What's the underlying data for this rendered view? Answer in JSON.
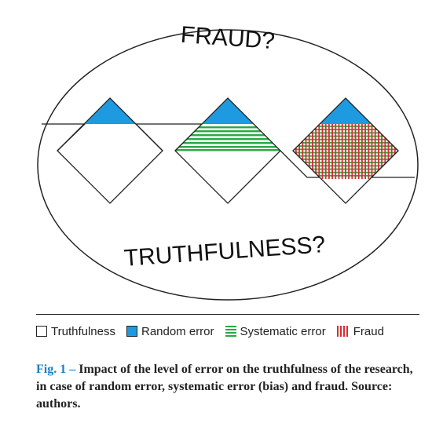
{
  "diagram": {
    "top_label": "FRAUD?",
    "bottom_label": "TRUTHFULNESS?"
  },
  "legend": {
    "items": [
      {
        "label": "Truthfulness"
      },
      {
        "label": "Random error"
      },
      {
        "label": "Systematic error"
      },
      {
        "label": "Fraud"
      }
    ]
  },
  "caption": {
    "label": "Fig. 1 –",
    "text": "Impact of the level of error on the truthfulness of the research, in case of random error, systematic error (bias) and fraud. Source: authors."
  },
  "colors": {
    "random_error": "#1e9be0",
    "systematic_error": "#2aa845",
    "fraud": "#d62f2f",
    "caption_label": "#1e7fbf"
  }
}
